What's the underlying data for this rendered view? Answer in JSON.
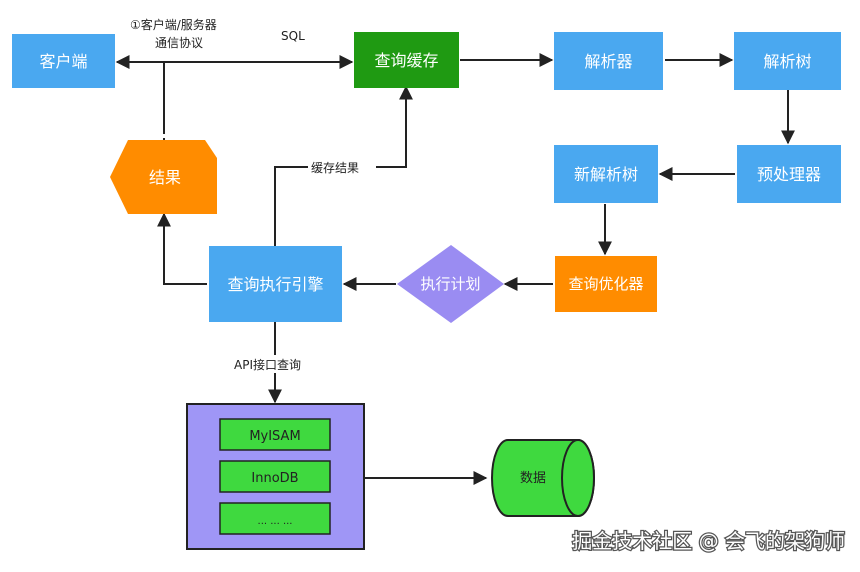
{
  "nodes": {
    "client": "客户端",
    "query_cache": "查询缓存",
    "parser": "解析器",
    "parse_tree": "解析树",
    "preprocessor": "预处理器",
    "new_parse_tree": "新解析树",
    "query_optimizer": "查询优化器",
    "execution_plan": "执行计划",
    "query_engine": "查询执行引擎",
    "result": "结果",
    "data": "数据"
  },
  "storage_engines": [
    "MyISAM",
    "InnoDB",
    "... ... ..."
  ],
  "edge_labels": {
    "protocol_line1": "①客户端/服务器",
    "protocol_line2": "通信协议",
    "sql": "SQL",
    "cache_result": "缓存结果",
    "api_query": "API接口查询"
  },
  "watermark": "掘金技术社区 @ 会飞的架狗师",
  "colors": {
    "blue": "#4aa8f0",
    "green": "#1f9a12",
    "orange": "#ff8c00",
    "purple_diamond": "#9a8cf2",
    "purple_box": "#9f96f6",
    "db_green": "#3fd93f",
    "line": "#222222"
  }
}
